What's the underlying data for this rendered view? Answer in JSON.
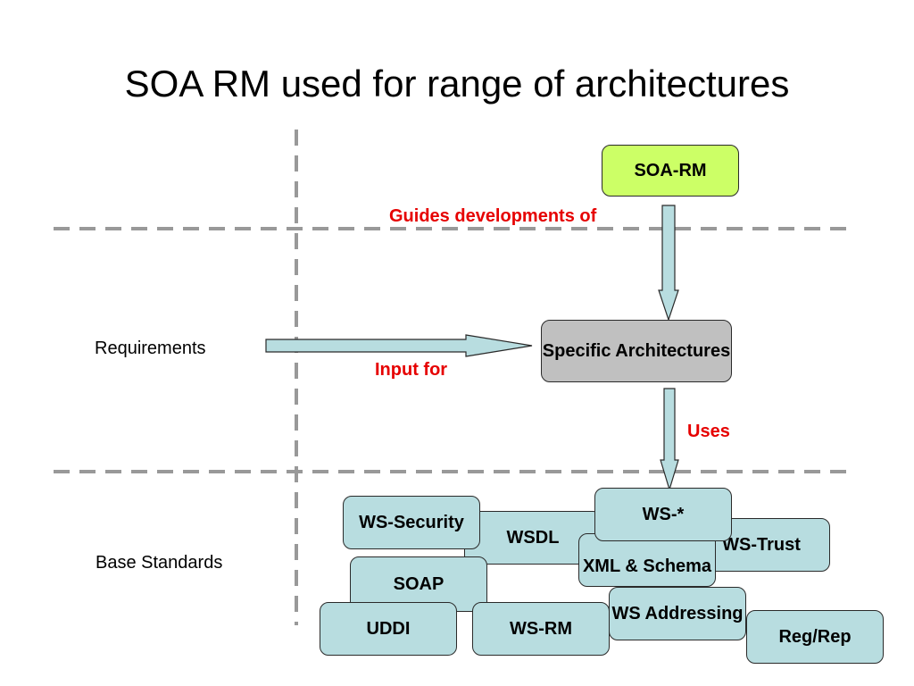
{
  "title": "SOA RM used for range of architectures",
  "row_labels": {
    "requirements": "Requirements",
    "base_standards": "Base Standards"
  },
  "nodes": {
    "soa_rm": "SOA-RM",
    "specific_architectures": "Specific Architectures",
    "ws_security": "WS-Security",
    "wsdl": "WSDL",
    "soap": "SOAP",
    "uddi": "UDDI",
    "ws_rm": "WS-RM",
    "ws_star": "WS-*",
    "xml_schema": "XML & Schema",
    "ws_trust": "WS-Trust",
    "ws_addressing": "WS Addressing",
    "reg_rep": "Reg/Rep"
  },
  "edge_labels": {
    "guides": "Guides developments of",
    "input_for": "Input for",
    "uses": "Uses"
  },
  "colors": {
    "soa_rm_fill": "#ccff66",
    "specific_fill": "#c0c0c0",
    "standard_fill": "#b8dde0",
    "arrow_fill": "#b8dde0",
    "edge_label": "#e60000",
    "dash_line": "#999999"
  }
}
